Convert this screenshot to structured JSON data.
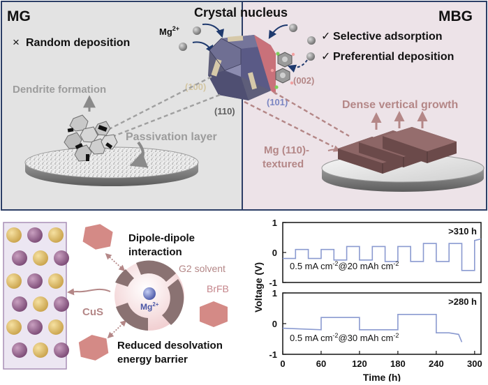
{
  "top": {
    "left_title": "MG",
    "right_title": "MBG",
    "center_title": "Crystal nucleus",
    "random_deposition": "Random deposition",
    "random_mark": "×",
    "selective_adsorption": "Selective adsorption",
    "preferential_deposition": "Preferential deposition",
    "check_mark": "✓",
    "mg_ion": "Mg",
    "mg_ion_charge": "2+",
    "dendrite_formation": "Dendrite formation",
    "passivation_layer": "Passivation layer",
    "dense_vertical_growth": "Dense vertical growth",
    "mg110_textured_line1": "Mg (110)-",
    "mg110_textured_line2": "textured",
    "facet_100": "(100)",
    "facet_110": "(110)",
    "facet_101": "(101)",
    "facet_002": "(002)"
  },
  "bottom_left": {
    "dipole_line1": "Dipole-dipole",
    "dipole_line2": "interaction",
    "g2_solvent": "G2 solvent",
    "brfb": "BrFB",
    "cus": "CuS",
    "center_ion": "Mg",
    "center_ion_charge": "2+",
    "reduced_line1": "Reduced desolvation",
    "reduced_line2": "energy barrier"
  },
  "colors": {
    "mg_panel_bg": "#e3e3e3",
    "mbg_panel_bg": "#ede3e8",
    "panel_border": "#2c3e66",
    "curve": "#8a9ad0",
    "mauve": "#b48787",
    "hexagon": "#d48a86",
    "facet_tan": "#c8b89a",
    "facet_blue": "#7b86c2"
  },
  "chart_data": [
    {
      "type": "line",
      "annotation": ">310 h",
      "condition": "0.5 mA cm⁻²@20 mAh cm⁻²",
      "condition_parts": {
        "a": "0.5 mA cm",
        "a_sup": "-2",
        "b": "@20 mAh cm",
        "b_sup": "-2"
      },
      "ylim": [
        -1,
        1
      ],
      "yticks": [
        "1",
        "0",
        "-1"
      ],
      "xlim": [
        0,
        310
      ],
      "series": [
        {
          "x": [
            0,
            20,
            20,
            40,
            40,
            60,
            60,
            80,
            80,
            100,
            100,
            120,
            120,
            140,
            140,
            160,
            160,
            180,
            180,
            200,
            200,
            220,
            220,
            240,
            240,
            260,
            260,
            280,
            280,
            300,
            300,
            310
          ],
          "y": [
            -0.2,
            -0.2,
            0.1,
            0.1,
            -0.2,
            -0.2,
            0.1,
            0.1,
            -0.25,
            -0.25,
            0.2,
            0.2,
            -0.25,
            -0.25,
            0.2,
            0.2,
            -0.3,
            -0.3,
            0.2,
            0.2,
            -0.3,
            -0.3,
            0.3,
            0.3,
            -0.3,
            -0.3,
            0.3,
            0.3,
            -0.6,
            -0.6,
            0.4,
            0.45
          ]
        }
      ]
    },
    {
      "type": "line",
      "annotation": ">280 h",
      "condition": "0.5 mA cm⁻²@30 mAh cm⁻²",
      "condition_parts": {
        "a": "0.5 mA cm",
        "a_sup": "-2",
        "b": "@30 mAh cm",
        "b_sup": "-2"
      },
      "ylim": [
        -1,
        1
      ],
      "yticks": [
        "1",
        "0",
        "-1"
      ],
      "xlim": [
        0,
        310
      ],
      "xticks": [
        "0",
        "60",
        "120",
        "180",
        "240",
        "300"
      ],
      "xticks_values": [
        0,
        60,
        120,
        180,
        240,
        300
      ],
      "xlabel": "Time (h)",
      "ylabel": "Voltage (V)",
      "series": [
        {
          "x": [
            0,
            60,
            60,
            120,
            120,
            180,
            180,
            240,
            240,
            260,
            275,
            280
          ],
          "y": [
            -0.15,
            -0.2,
            0.2,
            0.2,
            -0.2,
            -0.2,
            0.3,
            0.3,
            -0.3,
            -0.3,
            -0.35,
            -0.6
          ]
        }
      ]
    }
  ]
}
